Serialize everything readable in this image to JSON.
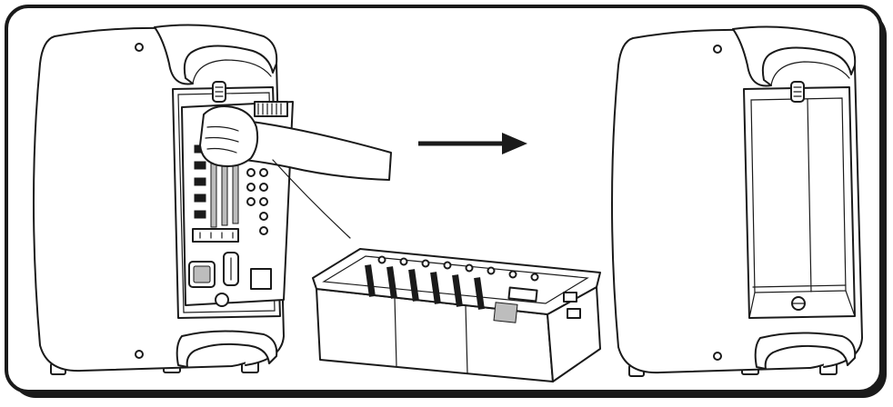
{
  "figure": {
    "frame_color": "#1a1a1a",
    "background": "#ffffff",
    "arrow_direction": "right",
    "panels": [
      {
        "name": "speaker-with-mixer-being-removed"
      },
      {
        "name": "detached-mixer-unit"
      },
      {
        "name": "speaker-with-empty-bay"
      }
    ]
  }
}
